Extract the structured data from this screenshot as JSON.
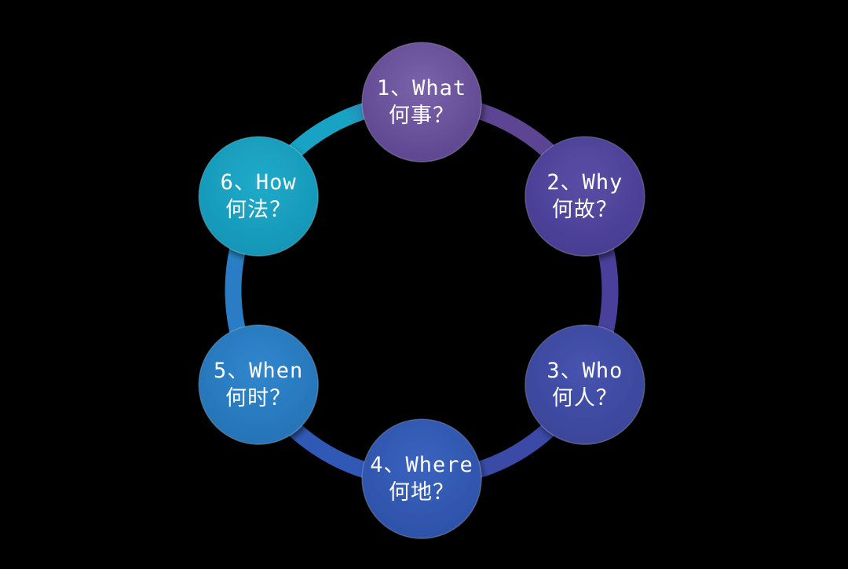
{
  "background_color": "#000000",
  "text_color": "#ffffff",
  "diagram": {
    "type": "cycle",
    "description": "5W1H six-question cycle diagram with six circular nodes connected by a ring",
    "nodes": [
      {
        "id": "what",
        "line1": "1、What",
        "line2": "何事？",
        "color": "#5d4593",
        "color_center": "#7b63aa",
        "color_edge": "#58408a"
      },
      {
        "id": "why",
        "line1": "2、Why",
        "line2": "何故？",
        "color": "#4a3f9b",
        "color_center": "#5a4da6",
        "color_edge": "#43398e"
      },
      {
        "id": "who",
        "line1": "3、Who",
        "line2": "何人？",
        "color": "#3b4aa6",
        "color_center": "#4754b0",
        "color_edge": "#374293"
      },
      {
        "id": "where",
        "line1": "4、Where",
        "line2": "何地？",
        "color": "#3058b5",
        "color_center": "#3a64c0",
        "color_edge": "#2a4da2"
      },
      {
        "id": "when",
        "line1": "5、When",
        "line2": "何时？",
        "color": "#2a7dc4",
        "color_center": "#3187cd",
        "color_edge": "#226eb1"
      },
      {
        "id": "how",
        "line1": "6、How",
        "line2": "何法？",
        "color": "#18a3c4",
        "color_center": "#21abc9",
        "color_edge": "#1190b2"
      }
    ]
  }
}
